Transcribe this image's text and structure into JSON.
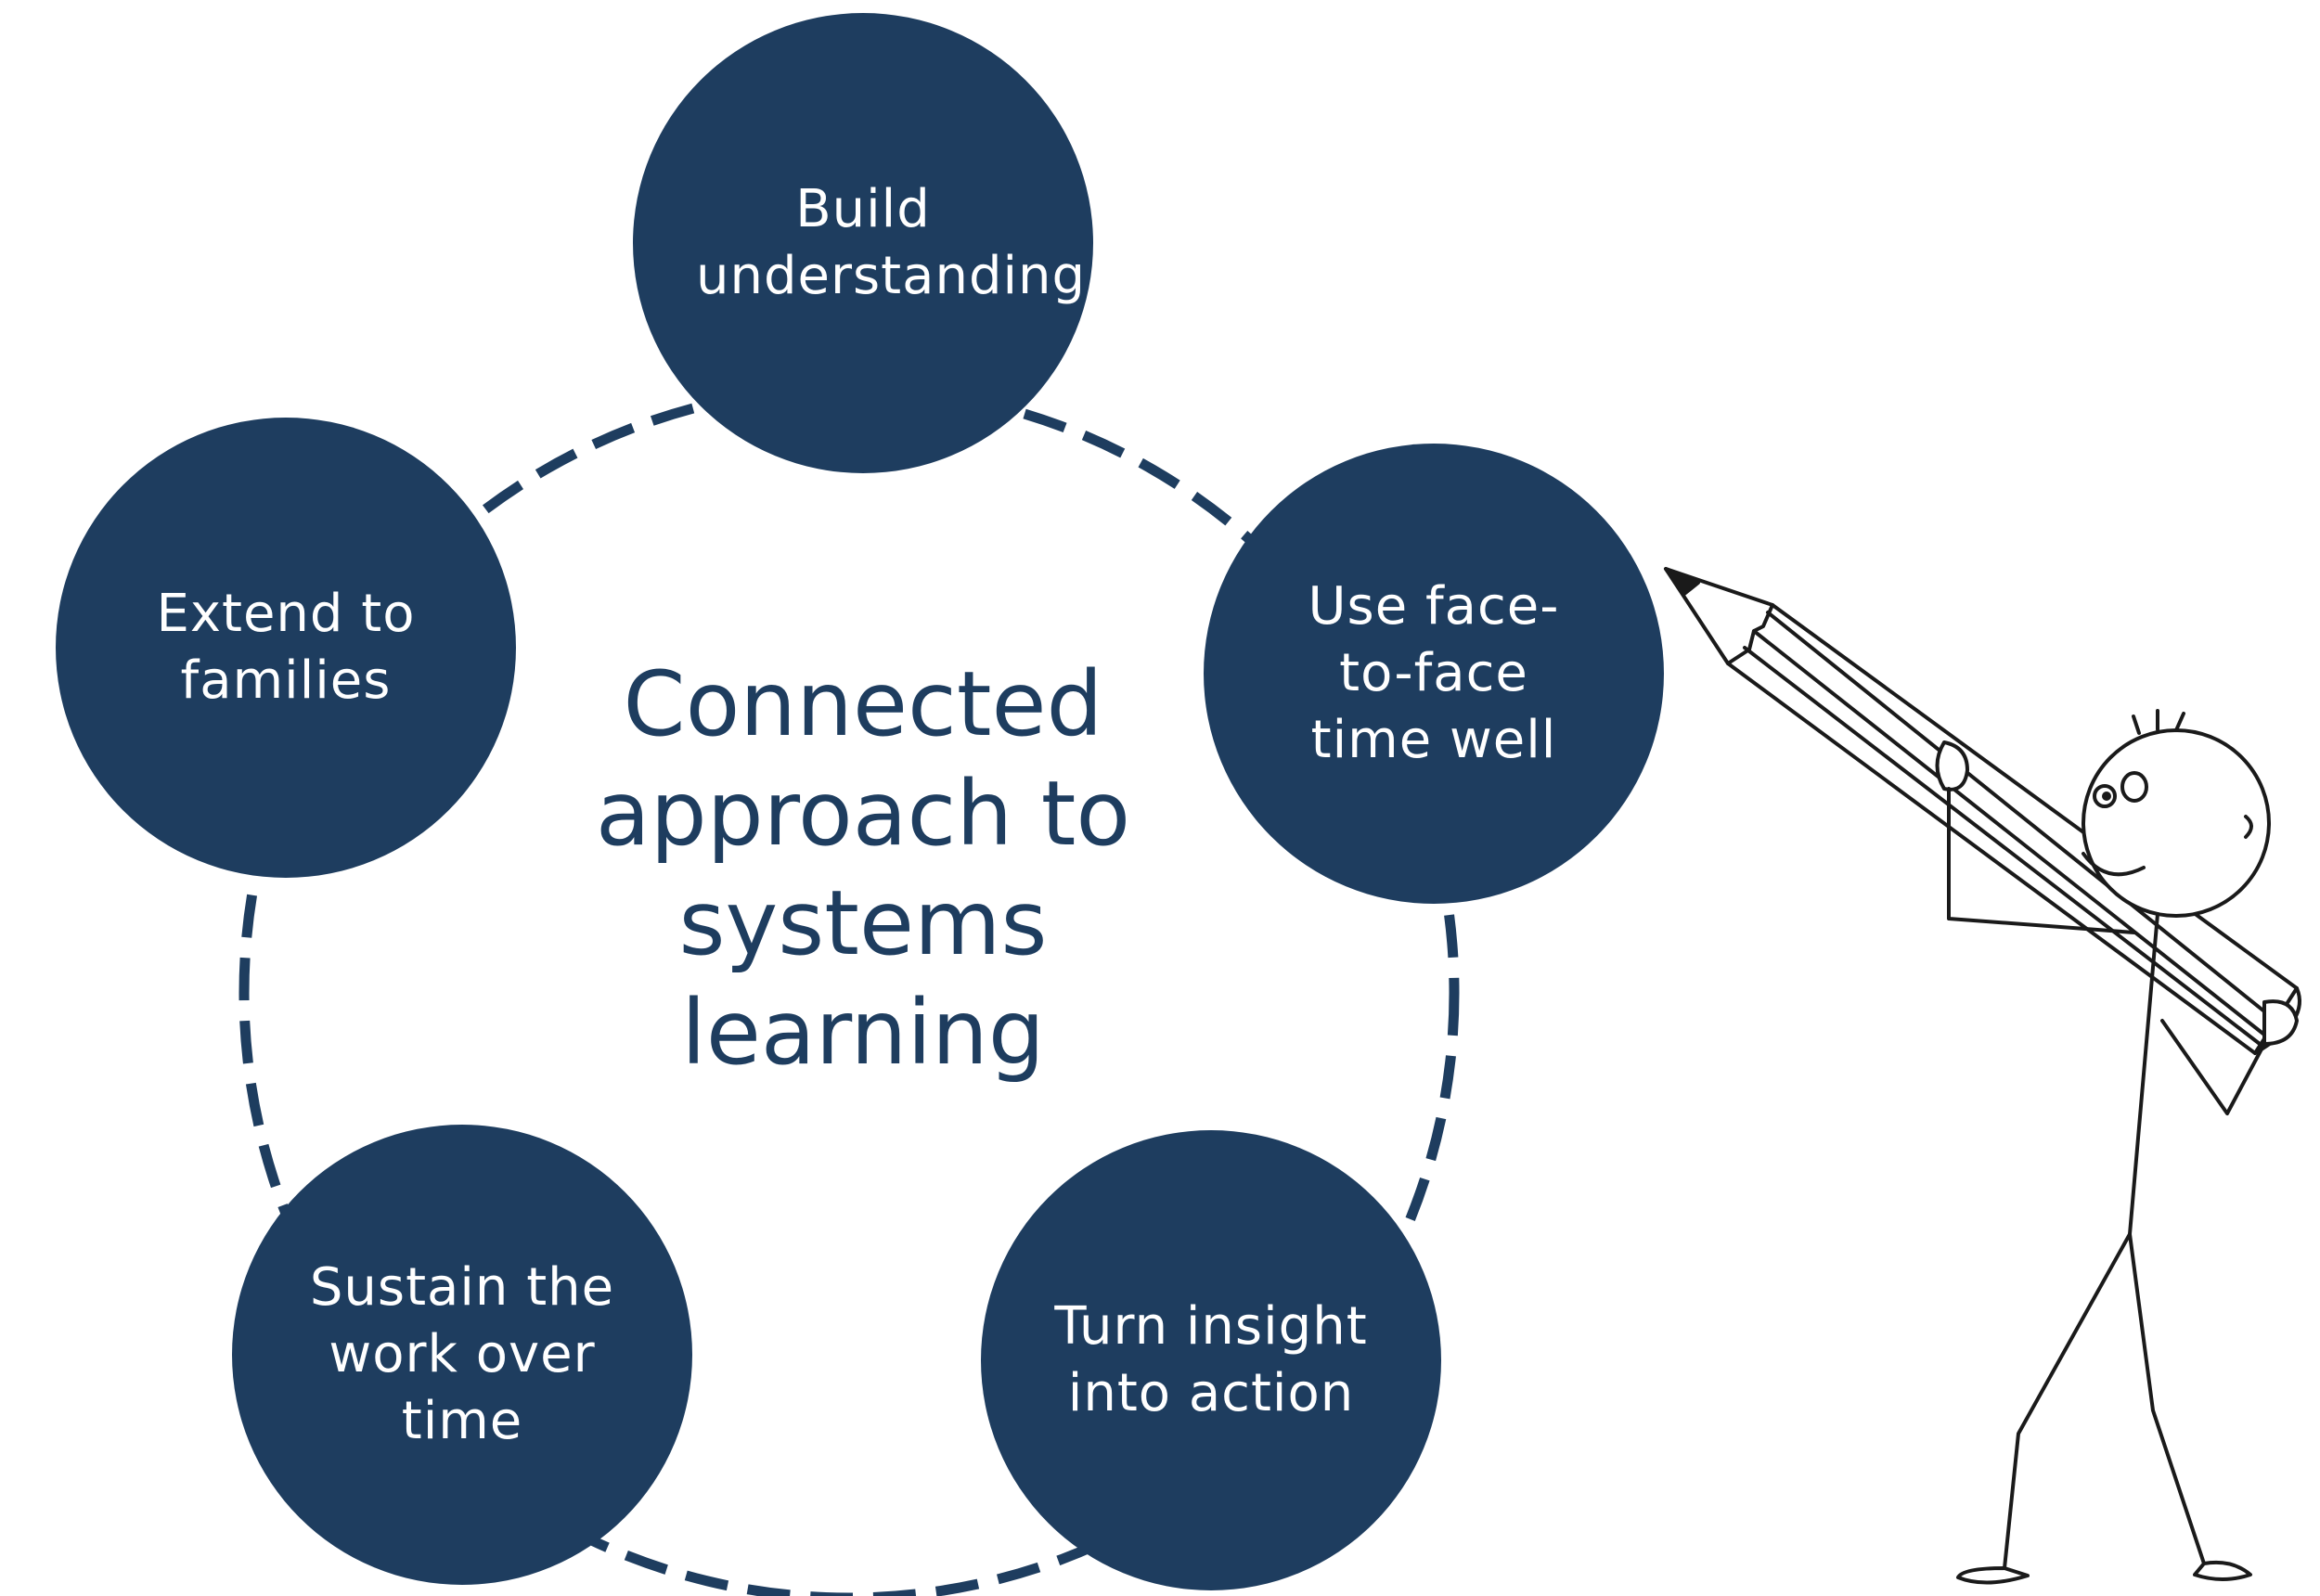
{
  "colors": {
    "node_fill": "#1e3d5f",
    "node_text": "#ffffff",
    "connector": "#1e3d5f",
    "title_text": "#1e3d5f",
    "figure_stroke": "#1a1a1a"
  },
  "diagram": {
    "center_title": "Connected\napproach to\nsystems\nlearning",
    "nodes": [
      {
        "id": "build",
        "label": "Build\nunderstanding"
      },
      {
        "id": "use-face-to-face",
        "label": "Use face-\nto-face\ntime well"
      },
      {
        "id": "turn-insight",
        "label": "Turn insight\ninto action"
      },
      {
        "id": "sustain",
        "label": "Sustain the\nwork over\ntime"
      },
      {
        "id": "extend",
        "label": "Extend to\nfamilies"
      }
    ]
  },
  "illustration": {
    "icon": "stick-figure-with-pencil-icon"
  }
}
